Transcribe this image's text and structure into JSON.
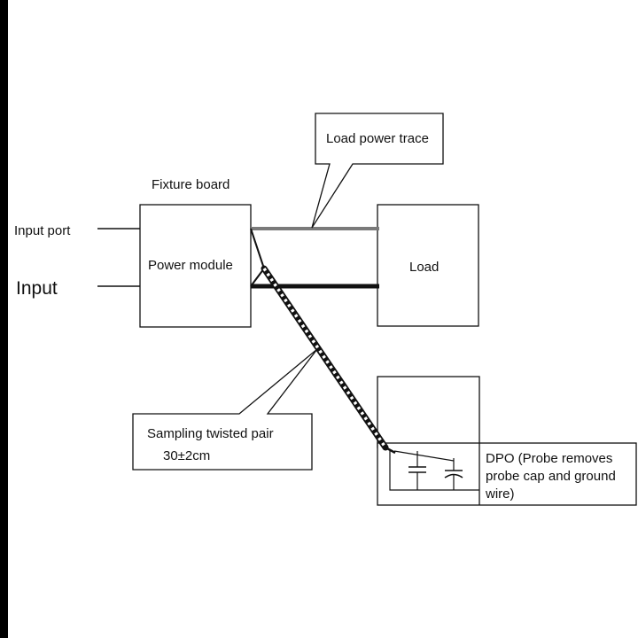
{
  "labels": {
    "fixture_board": "Fixture board",
    "input_port": "Input port",
    "input": "Input",
    "power_module": "Power module",
    "load": "Load",
    "load_power_trace": "Load power trace",
    "sampling_twisted_pair": "Sampling twisted pair",
    "twisted_pair_length": "30±2cm",
    "dpo_line1": "DPO (Probe removes",
    "dpo_line2": "probe cap and ground",
    "dpo_line3": "wire)"
  },
  "colors": {
    "ink": "#111111",
    "trace_gray": "#7a7a7a",
    "trace_black": "#111111",
    "frame_black": "#000000",
    "background": "#ffffff"
  }
}
